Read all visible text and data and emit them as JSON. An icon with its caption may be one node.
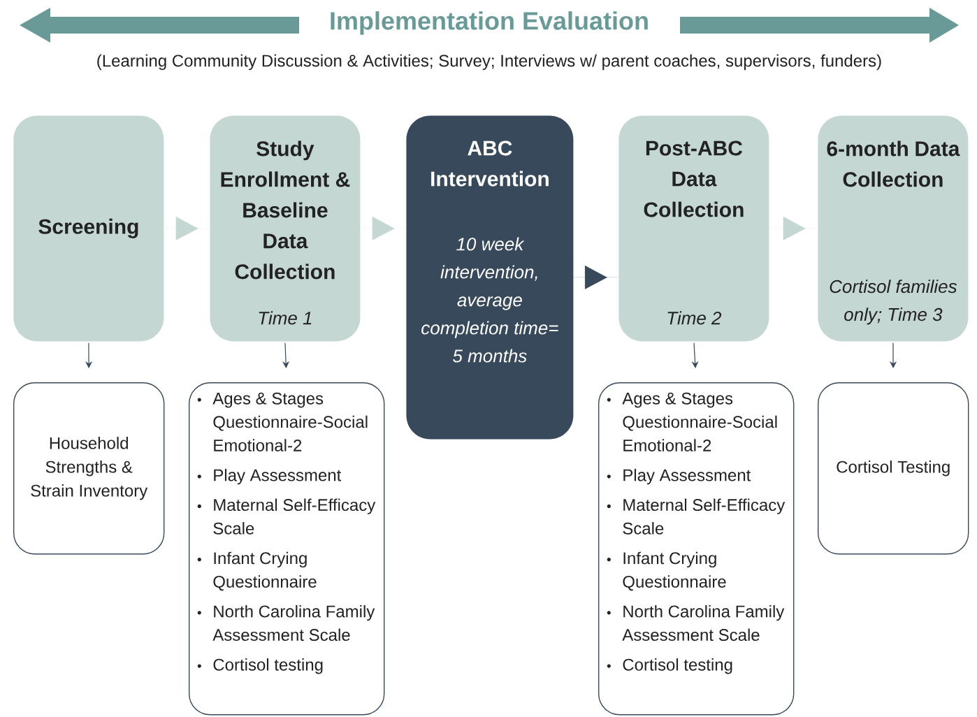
{
  "diagram": {
    "title": "Implementation Evaluation",
    "nodes": [
      {
        "text": [
          "Screening"
        ]
      },
      {
        "text": [
          "Study Enrollment & Baseline Data Collection",
          "Time 1"
        ]
      },
      {
        "text": [
          "ABC Intervention",
          "10 week intervention, average completion time= 5 months"
        ]
      },
      {
        "text": [
          "Post-ABC Data Collection",
          "Time 2"
        ]
      },
      {
        "text": [
          "6-month Data Collection",
          "Cortisol families only; Time 3"
        ]
      },
      {
        "text": [
          "Household Strengths & Strain Inventory"
        ]
      },
      {
        "text": [
          "Ages & Stages Questionnaire-Social Emotional-2",
          "Play Assessment",
          "Maternal Self-Efficacy Scale",
          "Infant Crying Questionnaire",
          "North Carolina Family Assessment Scale",
          "Cortisol testing"
        ]
      },
      {
        "text": [
          "Ages & Stages Questionnaire-Social Emotional-2",
          "Play Assessment",
          "Maternal Self-Efficacy Scale",
          "Infant Crying Questionnaire",
          "North Carolina Family Assessment Scale",
          "Cortisol testing"
        ]
      },
      {
        "text": [
          "Cortisol Testing"
        ]
      }
    ],
    "edges": [
      {
        "from": 0,
        "to": 1,
        "arrow": "to",
        "color": "#c4d7d3"
      },
      {
        "from": 1,
        "to": 2,
        "arrow": "to",
        "color": "#c4d7d3"
      },
      {
        "from": 2,
        "to": 3,
        "arrow": "to"
      },
      {
        "from": 3,
        "to": 4,
        "arrow": "to",
        "color": "#c4d7d3"
      },
      {
        "from": 0,
        "to": 5,
        "arrow": "to"
      },
      {
        "from": 1,
        "to": 6,
        "arrow": "to"
      },
      {
        "from": 3,
        "to": 7,
        "arrow": "to"
      },
      {
        "from": 4,
        "to": 8,
        "arrow": "to"
      }
    ],
    "labels": [
      "(Learning Community Discussion & Activities; Survey; Interviews w/ parent coaches, supervisors, funders)"
    ]
  }
}
